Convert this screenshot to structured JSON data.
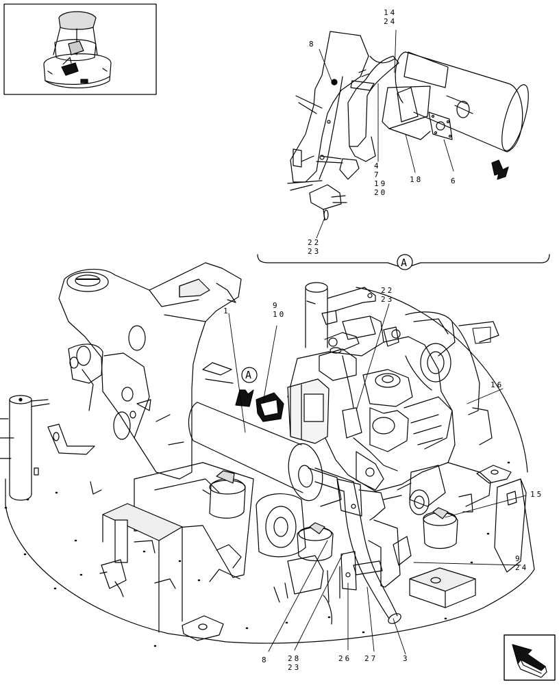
{
  "view_label": "A",
  "callouts_detail": [
    {
      "id": "c8",
      "lines": [
        "8"
      ]
    },
    {
      "id": "c14",
      "lines": [
        "14",
        "24"
      ]
    },
    {
      "id": "c4",
      "lines": [
        "4",
        "7",
        "19",
        "20"
      ]
    },
    {
      "id": "c18",
      "lines": [
        "18"
      ]
    },
    {
      "id": "c6",
      "lines": [
        "6"
      ]
    },
    {
      "id": "c22d",
      "lines": [
        "22",
        "23"
      ]
    }
  ],
  "callouts_main": [
    {
      "id": "m1",
      "lines": [
        "1"
      ]
    },
    {
      "id": "m9",
      "lines": [
        "9",
        "10"
      ]
    },
    {
      "id": "m22",
      "lines": [
        "22",
        "23"
      ]
    },
    {
      "id": "m16",
      "lines": [
        "16"
      ]
    },
    {
      "id": "m15",
      "lines": [
        "15"
      ]
    },
    {
      "id": "m924",
      "lines": [
        "9",
        "24"
      ]
    },
    {
      "id": "m8",
      "lines": [
        "8"
      ]
    },
    {
      "id": "m28",
      "lines": [
        "28",
        "23"
      ]
    },
    {
      "id": "m26",
      "lines": [
        "26"
      ]
    },
    {
      "id": "m27",
      "lines": [
        "27"
      ]
    },
    {
      "id": "m3",
      "lines": [
        "3"
      ]
    }
  ],
  "icons": {
    "thumbnail": "machine-overview-thumbnail",
    "nav": "next-page-arrow-icon",
    "direction": "direction-arrow-icon",
    "view": "view-arrow-icon"
  }
}
